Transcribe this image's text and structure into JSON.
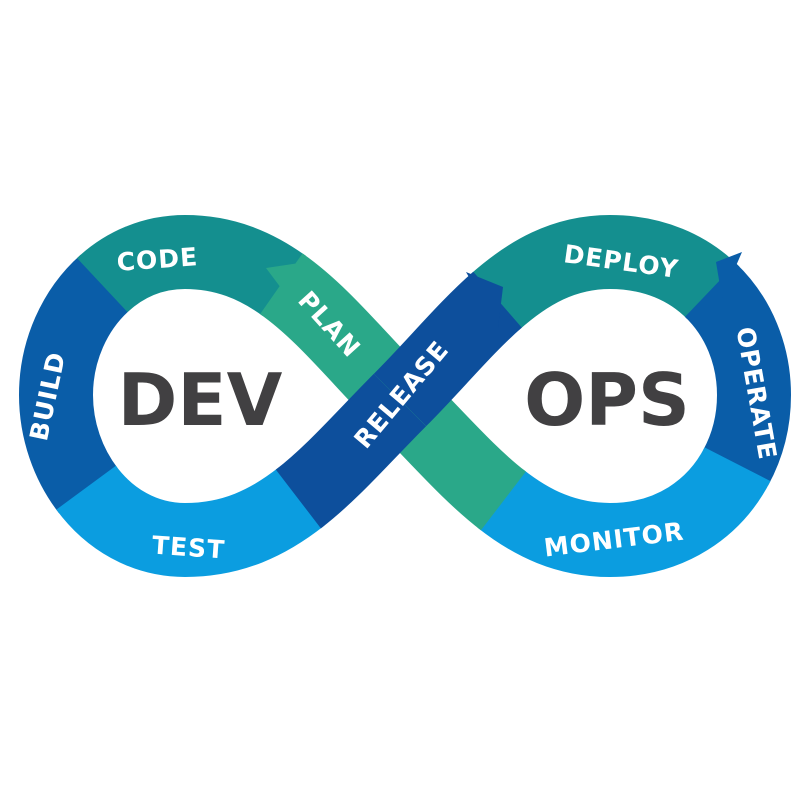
{
  "colors": {
    "teal": "#148f8f",
    "green": "#2aa889",
    "dark_blue": "#0d4f9c",
    "blue": "#0a5da8",
    "light_blue": "#0b9de0",
    "text_dark": "#414042",
    "label_text": "#ffffff"
  },
  "left_loop": {
    "title": "DEV"
  },
  "right_loop": {
    "title": "OPS"
  },
  "stages": {
    "code": "CODE",
    "plan": "PLAN",
    "release": "RELEASE",
    "build": "BUILD",
    "test": "TEST",
    "deploy": "DEPLOY",
    "operate": "OPERATE",
    "monitor": "MONITOR"
  }
}
